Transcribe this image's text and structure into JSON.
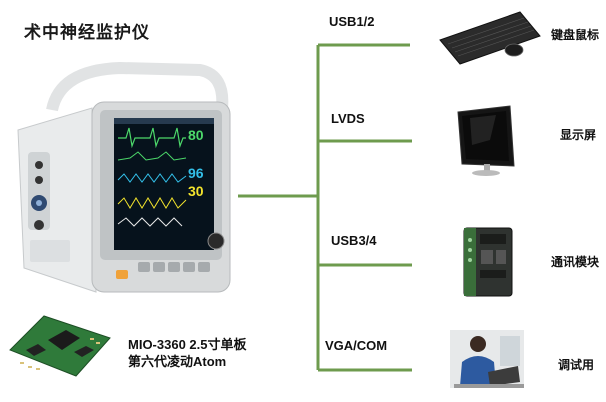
{
  "title": "术中神经监护仪",
  "ports": [
    {
      "label": "USB1/2"
    },
    {
      "label": "LVDS"
    },
    {
      "label": "USB3/4"
    },
    {
      "label": "VGA/COM"
    }
  ],
  "devices": [
    {
      "label": "键盘鼠标",
      "icon": "keyboard-mouse-icon"
    },
    {
      "label": "显示屏",
      "icon": "monitor-icon"
    },
    {
      "label": "通讯模块",
      "icon": "communication-module-icon"
    },
    {
      "label": "调试用",
      "icon": "debug-engineer-icon"
    }
  ],
  "board": {
    "line1": "MIO-3360 2.5寸单板",
    "line2": "第六代凌动Atom"
  },
  "monitor_readouts": {
    "r1": "80",
    "r2": "96",
    "r3": "30"
  },
  "colors": {
    "connector": "#6e9b4e",
    "screen": "#06121c",
    "bezel": "#d8dadb"
  }
}
